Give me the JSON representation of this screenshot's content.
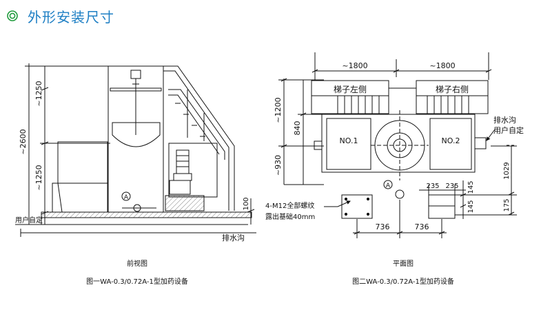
{
  "heading": {
    "title": "外形安装尺寸",
    "bullet_icon": "double-circle-icon",
    "accent_color": "#1e7fc4",
    "bullet_color": "#1f9b3c"
  },
  "front_view": {
    "dim_top_1250": "~1250",
    "dim_total_2600": "~2600",
    "dim_bottom_1250": "~1250",
    "dim_100": "100",
    "marker_a": "A",
    "user_defined": "用户自定",
    "drain_ditch": "排水沟",
    "view_name": "前视图",
    "caption": "图一WA-0.3/0.72A-1型加药设备"
  },
  "plan_view": {
    "dim_left_1800": "~1800",
    "dim_right_1800": "~1800",
    "dim_1200": "~1200",
    "dim_840": "840",
    "dim_930": "~930",
    "ladder_left": "梯子左侧",
    "ladder_right": "梯子右侧",
    "tank_left": "NO.1",
    "tank_right": "NO.2",
    "drain_ditch": "排水沟",
    "user_defined": "用户自定",
    "dim_1029": "1029",
    "dim_235_a": "235",
    "dim_235_b": "235",
    "dim_145_a": "145",
    "dim_145_b": "145",
    "dim_175": "175",
    "marker_a": "A",
    "bolt_note_1": "4-M12全部螺纹",
    "bolt_note_2": "露出基础40mm",
    "dim_736_a": "736",
    "dim_736_b": "736",
    "view_name": "平面图",
    "caption": "图二WA-0.3/0.72A-1型加药设备"
  }
}
